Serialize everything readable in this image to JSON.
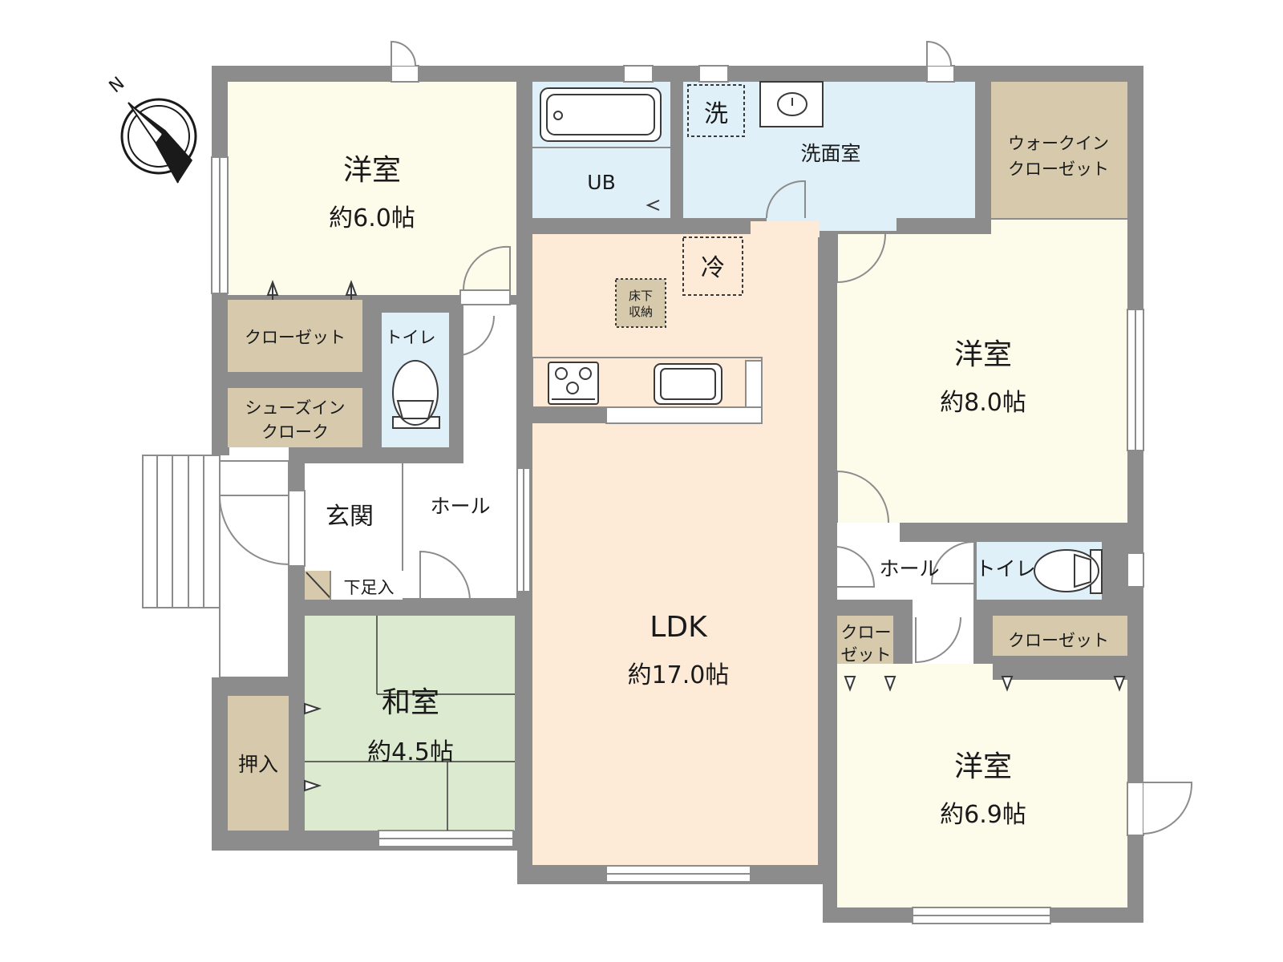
{
  "colors": {
    "wall": "#8c8c8c",
    "western_room": "#fdfbea",
    "ldk": "#fdebd8",
    "wet_area": "#dff0f9",
    "washitsu": "#dcebcf",
    "storage": "#d6c9ac",
    "corridor": "#ffffff"
  },
  "compass": {
    "letter": "N"
  },
  "rooms": {
    "western1": {
      "name": "洋室",
      "size": "約6.0帖"
    },
    "western2": {
      "name": "洋室",
      "size": "約8.0帖"
    },
    "western3": {
      "name": "洋室",
      "size": "約6.9帖"
    },
    "ldk": {
      "name": "LDK",
      "size": "約17.0帖"
    },
    "washitsu": {
      "name": "和室",
      "size": "約4.5帖"
    }
  },
  "labels": {
    "ub": "UB",
    "washing_machine": "洗",
    "washroom": "洗面室",
    "walk_in_closet_l1": "ウォークイン",
    "walk_in_closet_l2": "クローゼット",
    "fridge": "冷",
    "underfloor_l1": "床下",
    "underfloor_l2": "収納",
    "closet1": "クローゼット",
    "toilet1": "トイレ",
    "shoe_closet_l1": "シューズイン",
    "shoe_closet_l2": "クローク",
    "entrance": "玄関",
    "hall1": "ホール",
    "shoe_box": "下足入",
    "oshiire": "押入",
    "hall2": "ホール",
    "toilet2": "トイレ",
    "closet2_l1": "クロー",
    "closet2_l2": "ゼット",
    "closet3": "クローゼット"
  },
  "icons": [
    "compass-icon",
    "bathtub-icon",
    "sink-icon",
    "stove-icon",
    "kitchen-sink-icon",
    "toilet-icon",
    "door-swing-icon"
  ]
}
